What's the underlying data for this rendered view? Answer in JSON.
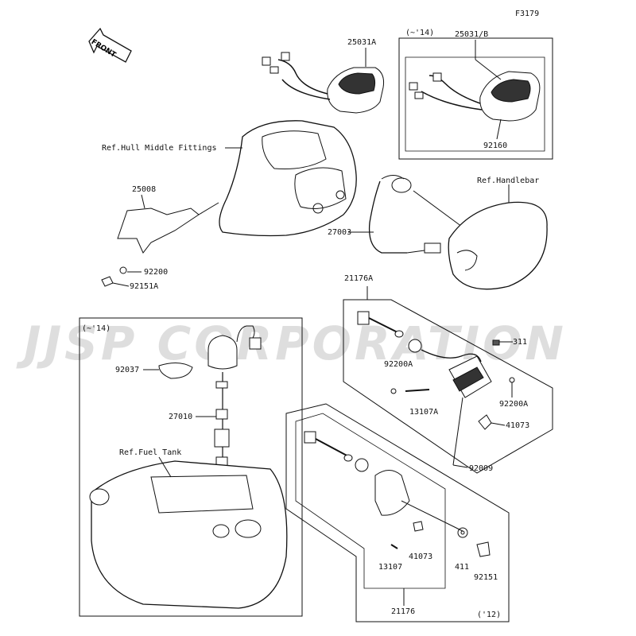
{
  "figure_code": "F3179",
  "watermark": "JJSP CORPORATION",
  "front_arrow_label": "FRONT",
  "notes": {
    "upto14_top": "(~'14)",
    "upto14_left": "(~'14)",
    "year12": "('12)"
  },
  "refs": {
    "hull": "Ref.Hull Middle Fittings",
    "handlebar": "Ref.Handlebar",
    "fuel_tank": "Ref.Fuel Tank"
  },
  "parts": {
    "p25031A": "25031A",
    "p25031B": "25031/B",
    "p92160": "92160",
    "p25008": "25008",
    "p92200": "92200",
    "p92151A": "92151A",
    "p27003": "27003",
    "p21176A": "21176A",
    "p311": "311",
    "p92200A_l": "92200A",
    "p92200A_r": "92200A",
    "p13107A": "13107A",
    "p41073_r": "41073",
    "p92009": "92009",
    "p92037": "92037",
    "p27010": "27010",
    "p411": "411",
    "p13107": "13107",
    "p41073_b": "41073",
    "p92151": "92151",
    "p21176": "21176"
  }
}
